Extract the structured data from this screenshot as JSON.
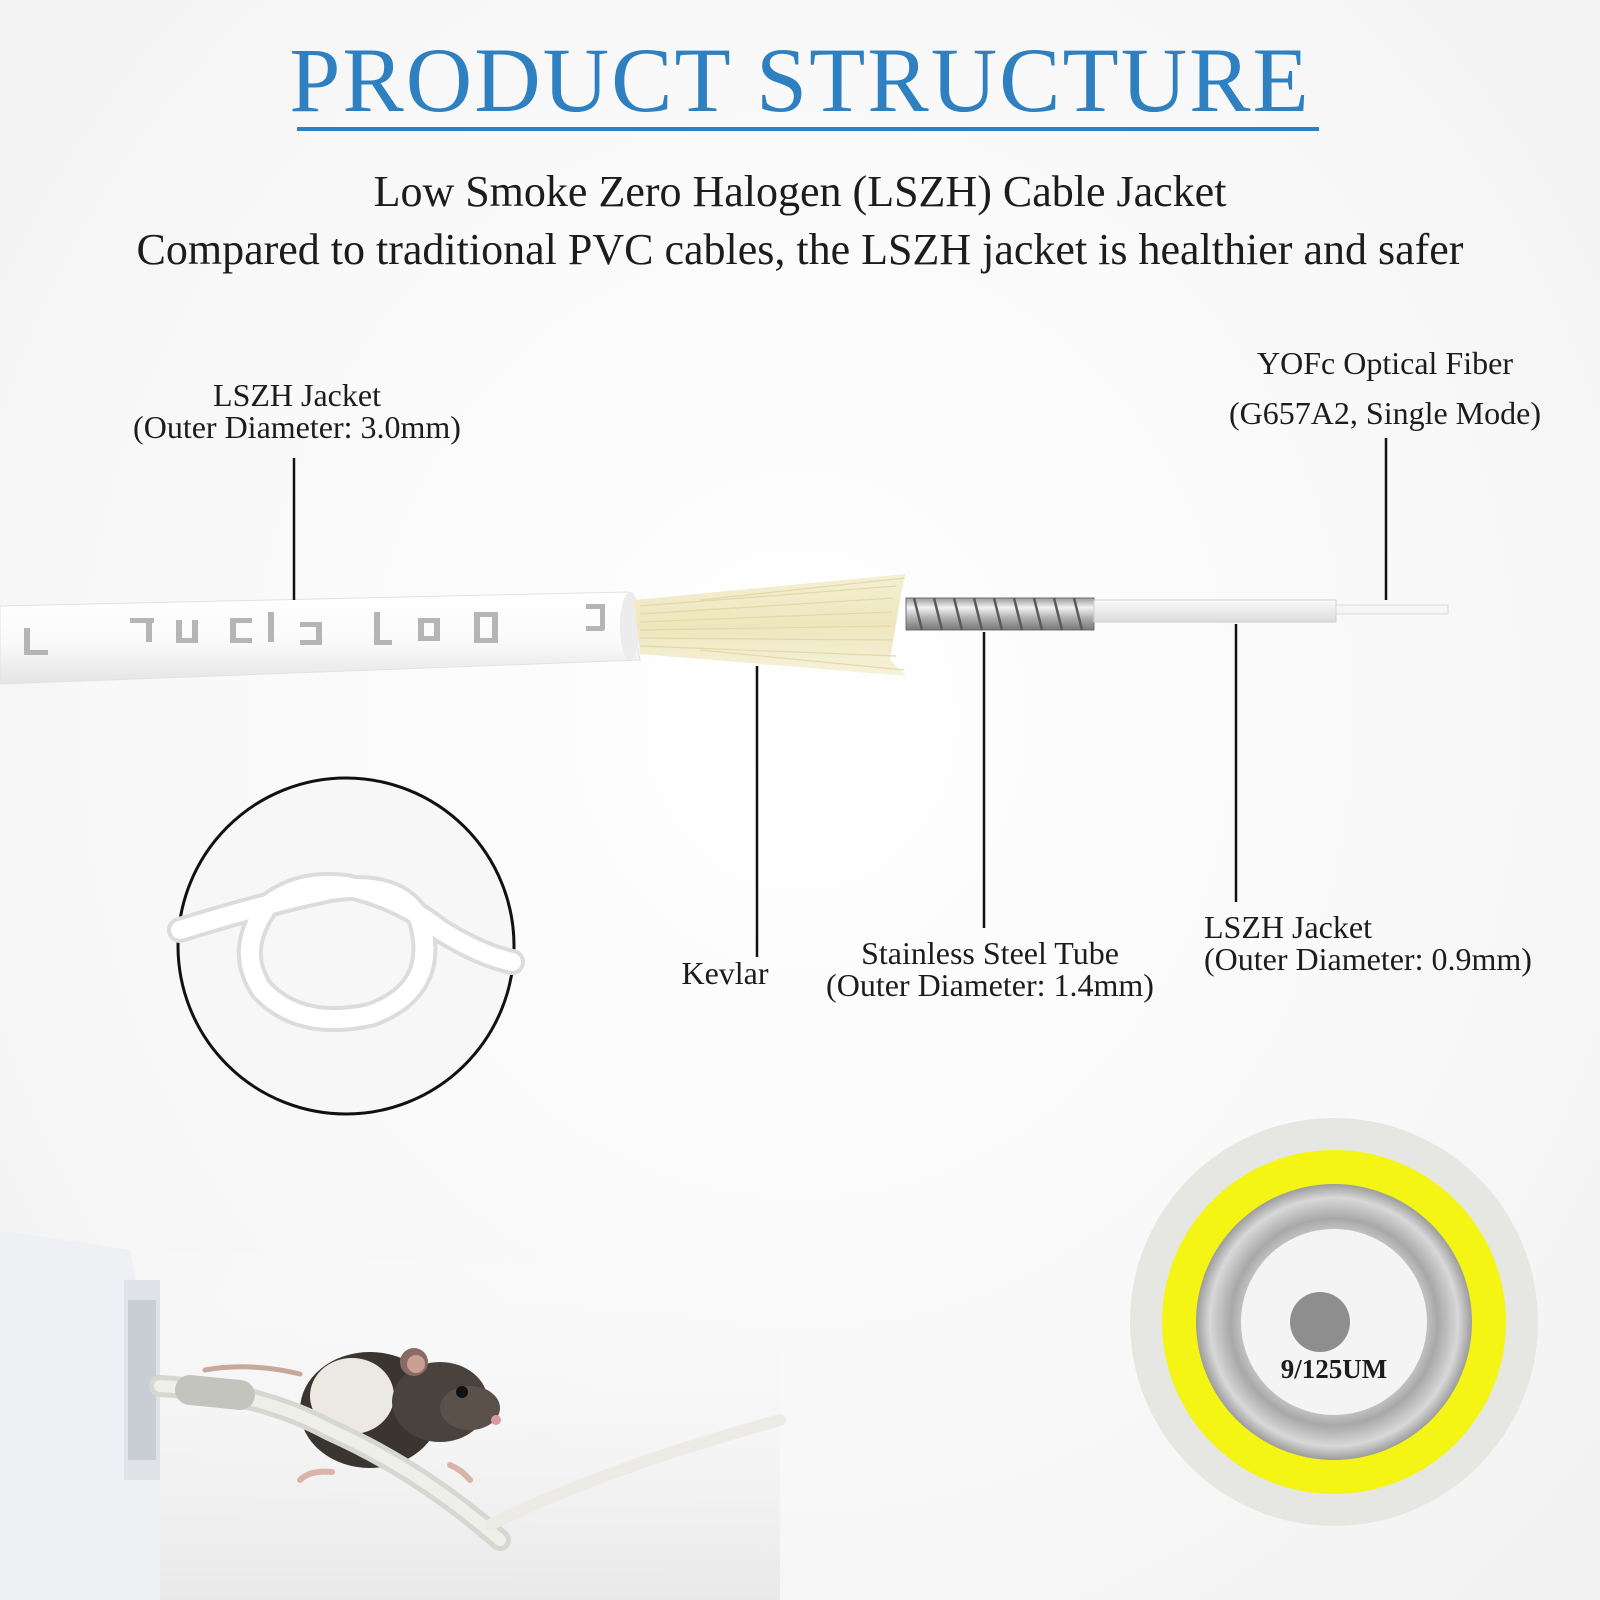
{
  "title": "PRODUCT STRUCTURE",
  "subtitle_line1": "Low Smoke Zero Halogen (LSZH) Cable Jacket",
  "subtitle_line2": "Compared to traditional PVC cables, the LSZH jacket is healthier and safer",
  "labels": {
    "outer_jacket_name": "LSZH Jacket",
    "outer_jacket_spec": "(Outer Diameter: 3.0mm)",
    "fiber_name": "YOFc Optical Fiber",
    "fiber_spec": "(G657A2, Single Mode)",
    "kevlar": "Kevlar",
    "steel_tube_name": "Stainless Steel Tube",
    "steel_tube_spec": "(Outer Diameter: 1.4mm)",
    "inner_jacket_name": "LSZH Jacket",
    "inner_jacket_spec": "(Outer Diameter: 0.9mm)"
  },
  "cross_section": {
    "core_label": "9/125UM",
    "colors": {
      "outer_ring": "#e6e6e2",
      "yellow_ring": "#f5f515",
      "steel_ring": "#c8c8c8",
      "inner_jacket": "#f4f4f4",
      "core": "#8e8e8e"
    }
  },
  "jacket_print": "optical",
  "accent_color": "#2f80c0"
}
